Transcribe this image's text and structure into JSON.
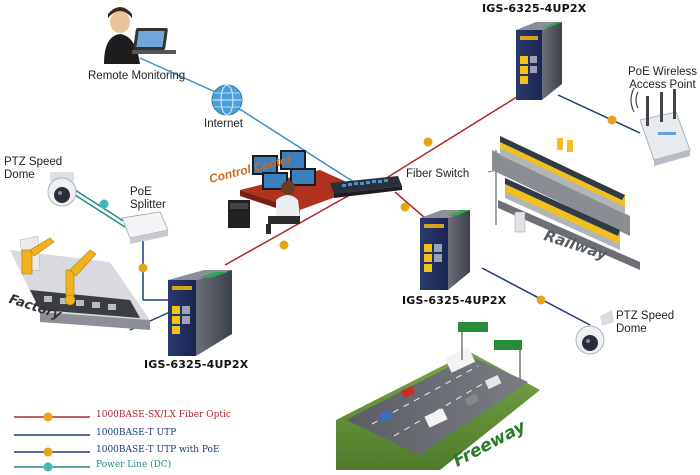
{
  "labels": {
    "remote_monitoring": "Remote Monitoring",
    "internet": "Internet",
    "control_center": "Control Center",
    "fiber_switch": "Fiber Switch",
    "ptz_dome_left": "PTZ Speed\nDome",
    "poe_splitter": "PoE\nSplitter",
    "factory": "Factory",
    "railway": "Railway",
    "freeway": "Freeway",
    "poe_ap": "PoE Wireless\nAccess Point",
    "ptz_dome_right": "PTZ Speed\nDome"
  },
  "devices": {
    "switch_top": "IGS-6325-4UP2X",
    "switch_mid": "IGS-6325-4UP2X",
    "switch_left": "IGS-6325-4UP2X"
  },
  "legend": [
    {
      "text": "1000BASE-SX/LX Fiber Optic",
      "line_color": "#b0262b",
      "text_color": "#b0262b",
      "badge": "orange"
    },
    {
      "text": "1000BASE-T UTP",
      "line_color": "#1f3a7a",
      "text_color": "#1f3a7a",
      "badge": "none"
    },
    {
      "text": "1000BASE-T UTP with PoE",
      "line_color": "#1f3a7a",
      "text_color": "#1f3a7a",
      "badge": "orange"
    },
    {
      "text": "Power Line (DC)",
      "line_color": "#1e8c86",
      "text_color": "#1e8c86",
      "badge": "teal"
    }
  ],
  "colors": {
    "fiber": "#b0262b",
    "utp": "#1f3a7a",
    "dc": "#1e8c86",
    "internet_line": "#3a8fc8",
    "badge_orange": "#e8a317",
    "badge_teal": "#3fb8b0",
    "control_center_text": "#d2691e"
  }
}
